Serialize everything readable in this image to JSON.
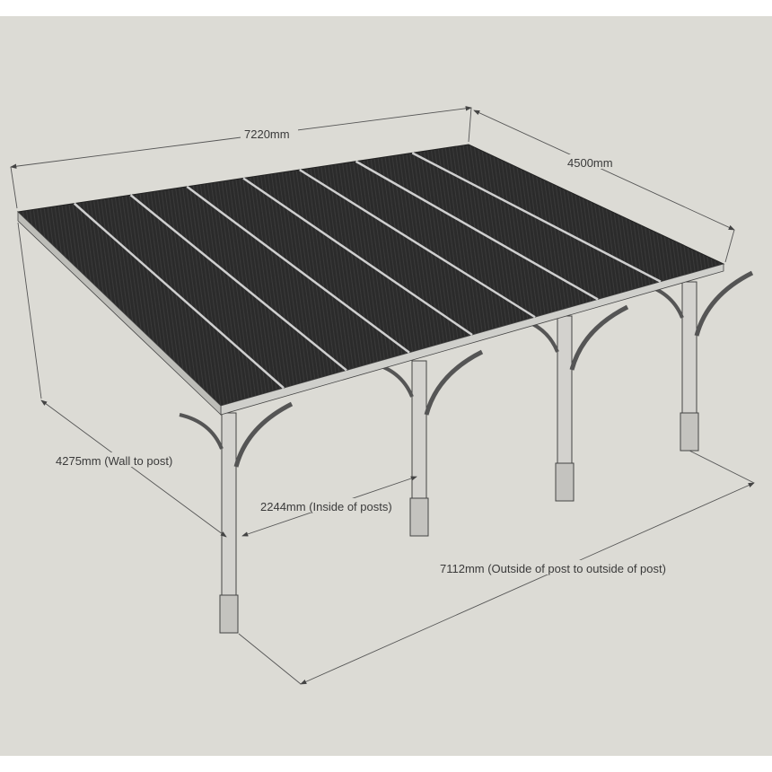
{
  "diagram": {
    "roof_panels": 8,
    "posts": 4,
    "colors": {
      "background": "#dcdbd5",
      "roof": "#2b2b2b",
      "rib": "#cfcfcf",
      "timber": "#cfcfcb",
      "line": "#555555"
    },
    "dimensions": {
      "width": "7220mm",
      "depth": "4500mm",
      "wall_to_post": "4275mm (Wall to post)",
      "inside_posts": "2244mm (Inside of posts)",
      "outside_posts": "7112mm (Outside of post to outside of post)"
    }
  }
}
